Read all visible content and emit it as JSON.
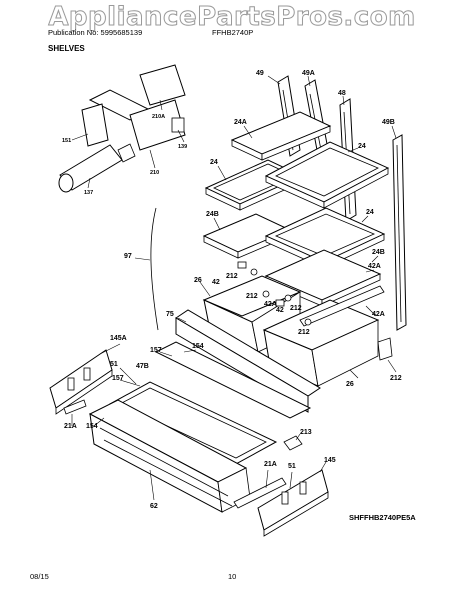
{
  "watermark": "AppliancePartsPros.com",
  "header": {
    "publication": "Publication No: 5995685139",
    "model": "FFHB2740P"
  },
  "section_title": "SHELVES",
  "callouts": {
    "c49": "49",
    "c49A": "49A",
    "c48": "48",
    "c49B": "49B",
    "c24A": "24A",
    "c24a": "24",
    "c24b": "24",
    "c24c": "24",
    "c24B1": "24B",
    "c24B2": "24B",
    "c151": "151",
    "c210A": "210A",
    "c139": "139",
    "c210": "210",
    "c137": "137",
    "c97": "97",
    "c26a": "26",
    "c26b": "26",
    "c42a": "42",
    "c42b": "42",
    "c42A1": "42A",
    "c42A2": "42A",
    "c212a": "212",
    "c212b": "212",
    "c212c": "212",
    "c212d": "212",
    "c212e": "212",
    "c75": "75",
    "c154a": "154",
    "c154b": "154",
    "c157a": "157",
    "c157b": "157",
    "c145A": "145A",
    "c51a": "51",
    "c51b": "51",
    "c47B": "47B",
    "c21Aa": "21A",
    "c21Ab": "21A",
    "c213": "213",
    "c145": "145",
    "c62": "62"
  },
  "diagram_code": "SHFFHB2740PE5A",
  "footer": {
    "date": "08/15",
    "page": "10"
  }
}
